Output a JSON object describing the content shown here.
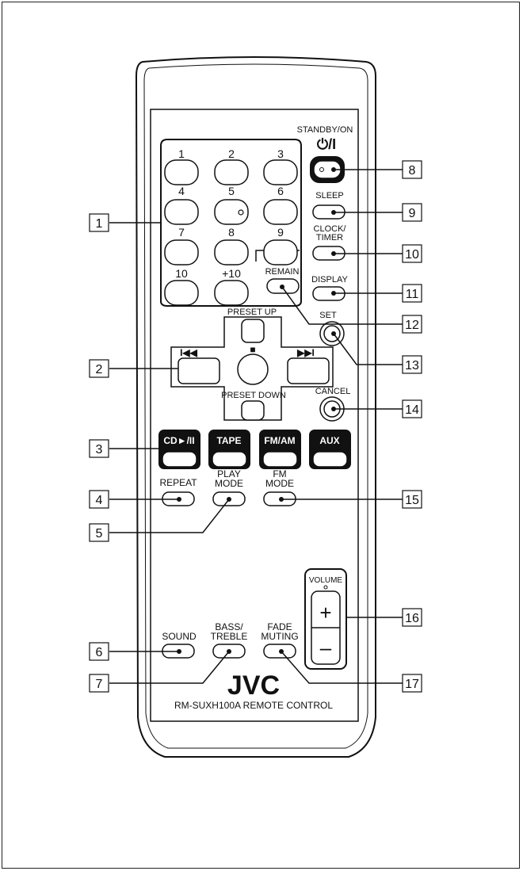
{
  "brand": "JVC",
  "model_caption": "RM-SUXH100A REMOTE CONTROL",
  "labels": {
    "standby": "STANDBY/ON",
    "standby_symbol": "⏻/I",
    "sleep": "SLEEP",
    "clock_timer_1": "CLOCK/",
    "clock_timer_2": "TIMER",
    "display": "DISPLAY",
    "remain": "REMAIN",
    "set": "SET",
    "cancel": "CANCEL",
    "preset_up": "PRESET UP",
    "preset_down": "PRESET DOWN",
    "prev": "I◀◀",
    "stop": "■",
    "next": "▶▶I",
    "cd": "CD►/II",
    "tape": "TAPE",
    "fmam": "FM/AM",
    "aux": "AUX",
    "repeat": "REPEAT",
    "play_mode_1": "PLAY",
    "play_mode_2": "MODE",
    "fm_mode_1": "FM",
    "fm_mode_2": "MODE",
    "volume": "VOLUME",
    "vol_plus": "+",
    "vol_minus": "–",
    "sound": "SOUND",
    "bass_treble_1": "BASS/",
    "bass_treble_2": "TREBLE",
    "fade_muting_1": "FADE",
    "fade_muting_2": "MUTING"
  },
  "numkeys": [
    "1",
    "2",
    "3",
    "4",
    "5",
    "6",
    "7",
    "8",
    "9",
    "10",
    "+10"
  ],
  "callouts": [
    "1",
    "2",
    "3",
    "4",
    "5",
    "6",
    "7",
    "8",
    "9",
    "10",
    "11",
    "12",
    "13",
    "14",
    "15",
    "16",
    "17"
  ]
}
